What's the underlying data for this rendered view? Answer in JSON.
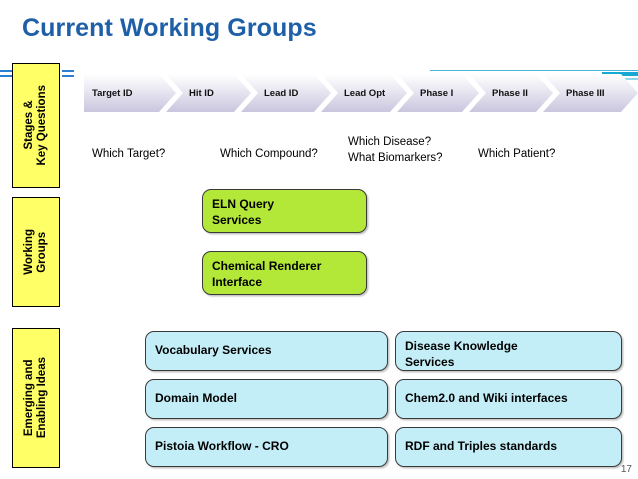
{
  "slide": {
    "title": "Current Working Groups",
    "title_color": "#1f5fa8",
    "page_number": "17",
    "background": "#ffffff"
  },
  "row_labels": [
    {
      "name": "stages-key-questions",
      "text": "Stages &\nKey Questions",
      "color": "#ffff66"
    },
    {
      "name": "working-groups",
      "text": "Working\nGroups",
      "color": "#ffff66"
    },
    {
      "name": "emerging-enabling-ideas",
      "text": "Emerging and\nEnabling Ideas",
      "color": "#ffff66"
    }
  ],
  "process": {
    "stages": [
      {
        "label": "Target ID"
      },
      {
        "label": "Hit ID"
      },
      {
        "label": "Lead ID"
      },
      {
        "label": "Lead Opt"
      },
      {
        "label": "Phase I"
      },
      {
        "label": "Phase II"
      },
      {
        "label": "Phase III"
      }
    ],
    "questions": [
      {
        "name": "which-target",
        "text": "Which Target?"
      },
      {
        "name": "which-compound",
        "text": "Which Compound?"
      },
      {
        "name": "which-disease",
        "text": "Which Disease?\nWhat Biomarkers?"
      },
      {
        "name": "which-patient",
        "text": "Which Patient?"
      }
    ]
  },
  "working_groups": {
    "accent": "#b3e838",
    "items": [
      {
        "name": "eln-query-services",
        "text": "ELN Query\nServices"
      },
      {
        "name": "chemical-renderer-interface",
        "text": "Chemical Renderer\nInterface"
      }
    ]
  },
  "emerging_ideas": {
    "accent": "#c4eef7",
    "left_column": [
      {
        "name": "vocabulary-services",
        "text": "Vocabulary Services"
      },
      {
        "name": "domain-model",
        "text": "Domain Model"
      },
      {
        "name": "pistoia-workflow-cro",
        "text": "Pistoia Workflow - CRO"
      }
    ],
    "right_column": [
      {
        "name": "disease-knowledge-services",
        "text": "Disease Knowledge\nServices"
      },
      {
        "name": "chem20-wiki-interfaces",
        "text": "Chem2.0 and Wiki interfaces"
      },
      {
        "name": "rdf-triples-standards",
        "text": "RDF and Triples standards"
      }
    ]
  }
}
